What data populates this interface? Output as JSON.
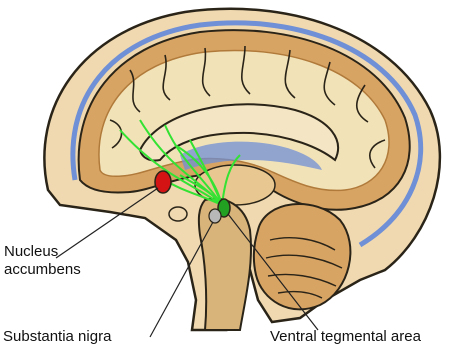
{
  "labels": {
    "nucleus_accumbens_line1": "Nucleus",
    "nucleus_accumbens_line2": "accumbens",
    "substantia_nigra": "Substantia nigra",
    "ventral_tegmental_area": "Ventral tegmental area"
  },
  "colors": {
    "skull": "#f0d9b0",
    "outline": "#2a2418",
    "csf_blue": "#6f8fd6",
    "cortex": "#d8a464",
    "white_matter": "#f2e2b8",
    "pathway": "#33e233",
    "nucleus_accumbens": "#d41414",
    "vta": "#21a021",
    "substantia_nigra": "#b8b8b8"
  }
}
